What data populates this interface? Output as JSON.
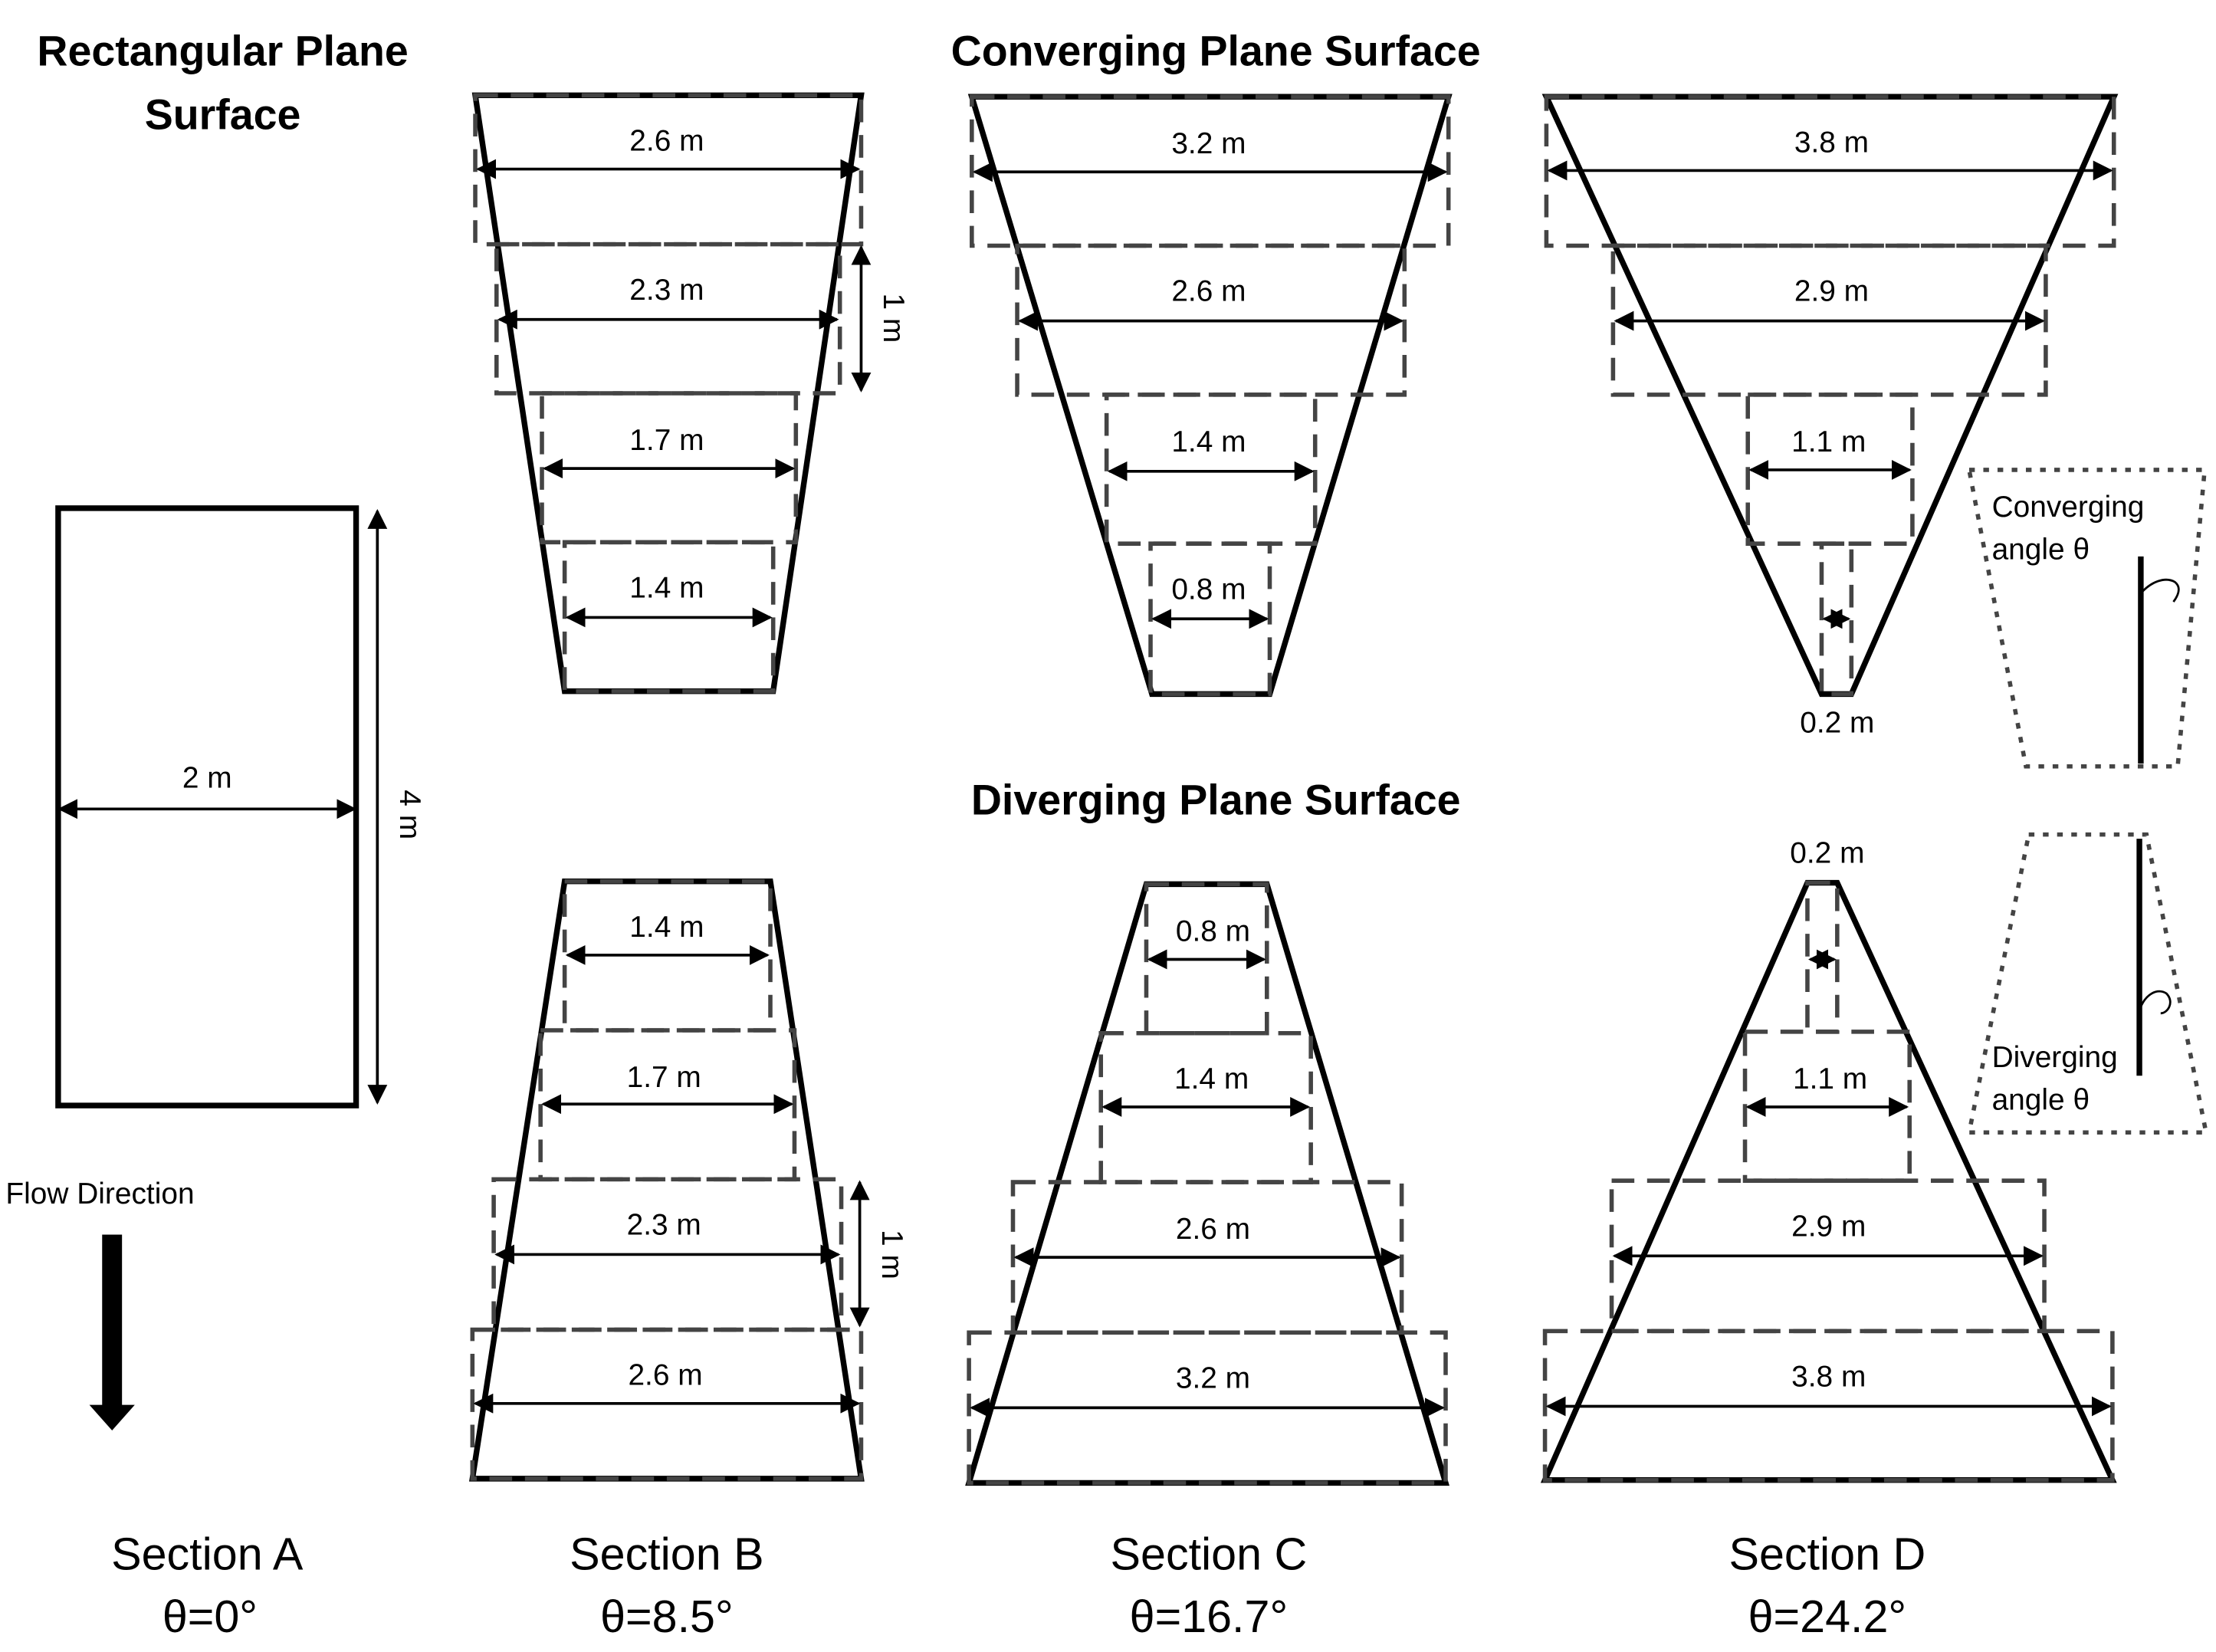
{
  "headings": {
    "rectangular": [
      "Rectangular Plane",
      "Surface"
    ],
    "converging": "Converging Plane Surface",
    "diverging": "Diverging Plane Surface"
  },
  "flow": {
    "label": "Flow Direction",
    "icon": "down-arrow-icon"
  },
  "section_a": {
    "width_label": "2 m",
    "length_label": "4 m"
  },
  "converging": {
    "b": {
      "widths": [
        "2.6 m",
        "2.3 m",
        "1.7 m",
        "1.4 m"
      ],
      "step_label": "1 m"
    },
    "c": {
      "widths": [
        "3.2 m",
        "2.6 m",
        "1.4 m",
        "0.8 m"
      ]
    },
    "d": {
      "widths": [
        "3.8 m",
        "2.9 m",
        "1.1 m",
        "0.2 m"
      ]
    }
  },
  "diverging": {
    "b": {
      "widths": [
        "1.4 m",
        "1.7 m",
        "2.3 m",
        "2.6 m"
      ],
      "step_label": "1 m"
    },
    "c": {
      "widths": [
        "0.8 m",
        "1.4 m",
        "2.6 m",
        "3.2 m"
      ]
    },
    "d": {
      "widths": [
        "0.2 m",
        "1.1 m",
        "2.9 m",
        "3.8 m"
      ]
    }
  },
  "insets": {
    "converging": [
      "Converging",
      "angle θ"
    ],
    "diverging": [
      "Diverging",
      "angle θ"
    ]
  },
  "sections": [
    {
      "name": "Section A",
      "angle": "θ=0°"
    },
    {
      "name": "Section B",
      "angle": "θ=8.5°"
    },
    {
      "name": "Section C",
      "angle": "θ=16.7°"
    },
    {
      "name": "Section D",
      "angle": "θ=24.2°"
    }
  ]
}
